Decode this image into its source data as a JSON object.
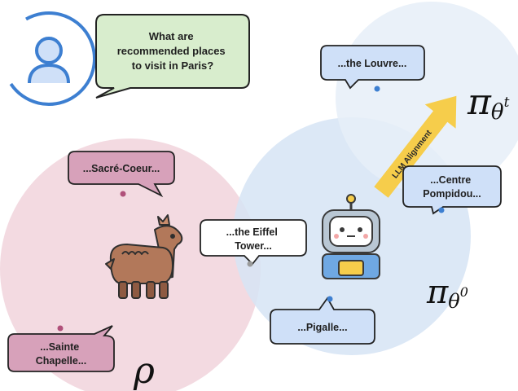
{
  "user_question": [
    "What are",
    "recommended places",
    "to visit in Paris?"
  ],
  "places": {
    "louvre": [
      "...the Louvre..."
    ],
    "centre_pompidou": [
      "...Centre",
      "Pompidou..."
    ],
    "sacre_coeur": [
      "...Sacré-Coeur..."
    ],
    "eiffel_tower": [
      "...the Eiffel",
      "Tower..."
    ],
    "pigalle": [
      "...Pigalle..."
    ],
    "sainte_chapelle": [
      "...Sainte",
      "Chapelle..."
    ]
  },
  "arrow_label": "LLM Alignment",
  "symbols": {
    "rho": "ρ",
    "pi": "π",
    "theta_t_base": "θ",
    "theta_t_sup": "t",
    "theta_0_base": "θ",
    "theta_0_sup": "0"
  },
  "colors": {
    "rho_region": "#f1d4dc",
    "pi0_region": "#d6e4f5",
    "pit_region": "#e6eef8",
    "pink_bubble": "#d7a1ba",
    "blue_bubble": "#cfe0f8",
    "white_bubble": "#ffffff",
    "green_bubble": "#d8edcd",
    "arrow": "#f6cd4b",
    "pink_dot": "#b0507a",
    "blue_dot": "#3d7fd1",
    "gray_dot": "#9a9a9a",
    "user_icon": "#3d7fd1"
  }
}
